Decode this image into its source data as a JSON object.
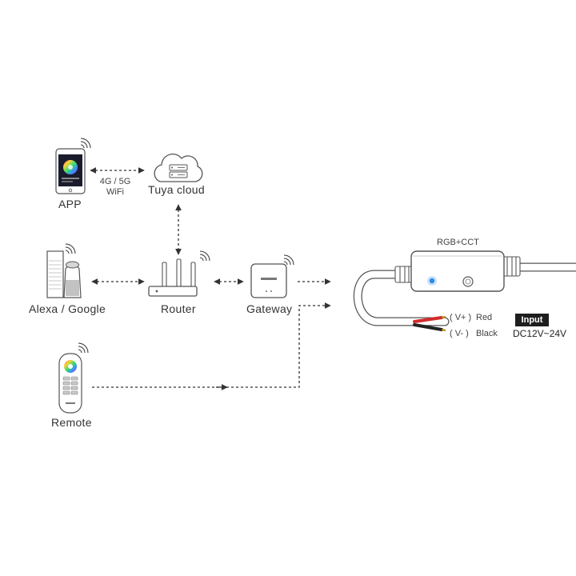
{
  "nodes": {
    "app": {
      "label": "APP"
    },
    "tuya_cloud": {
      "label": "Tuya  cloud"
    },
    "alexa_google": {
      "label": "Alexa / Google"
    },
    "router": {
      "label": "Router"
    },
    "gateway": {
      "label": "Gateway"
    },
    "remote": {
      "label": "Remote"
    }
  },
  "links": {
    "app_cloud": {
      "label_line1": "4G / 5G",
      "label_line2": "WiFi"
    }
  },
  "controller": {
    "label": "RGB+CCT",
    "wires": [
      {
        "terminal": "( V+ )",
        "color_name": "Red",
        "color": "#d22b2b"
      },
      {
        "terminal": "( V- )",
        "color_name": "Black",
        "color": "#222222"
      }
    ],
    "indicator_color": "#2f8de4",
    "input": {
      "badge": "Input",
      "spec": "DC12V~24V"
    }
  },
  "icons": [
    "smartphone-icon",
    "cloud-server-icon",
    "smart-speaker-icon",
    "router-icon",
    "gateway-icon",
    "remote-control-icon",
    "led-controller-icon",
    "wifi-signal-icon"
  ],
  "colors": {
    "line": "#333333",
    "device_outline": "#555555",
    "badge_bg": "#1e1e1e"
  }
}
